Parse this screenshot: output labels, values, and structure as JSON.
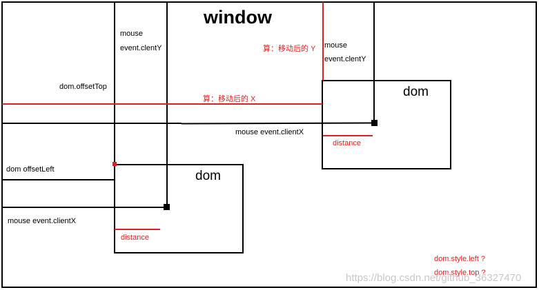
{
  "title": "window",
  "boxes": {
    "left_box_label": "dom",
    "right_box_label": "dom"
  },
  "labels": {
    "mouse_left_top": "mouse",
    "client_y_left": "event.clentY",
    "mouse_right_top": "mouse",
    "client_y_right": "event.clentY",
    "offset_top": "dom.offsetTop",
    "offset_left": "dom offsetLeft",
    "mouse_client_x_right": "mouse   event.clientX",
    "mouse_client_x_left": "mouse   event.clientX",
    "calc_y": "算：移动后的 Y",
    "calc_x": "算：移动后的 X",
    "distance_right": "distance",
    "distance_left": "distance",
    "style_left": "dom.style.left ?",
    "style_top": "dom.style.top ?"
  },
  "watermark": "https://blog.csdn.net/github_36327470",
  "colors": {
    "black": "#000000",
    "red": "#e02020",
    "watermark": "#c8c8c8"
  }
}
